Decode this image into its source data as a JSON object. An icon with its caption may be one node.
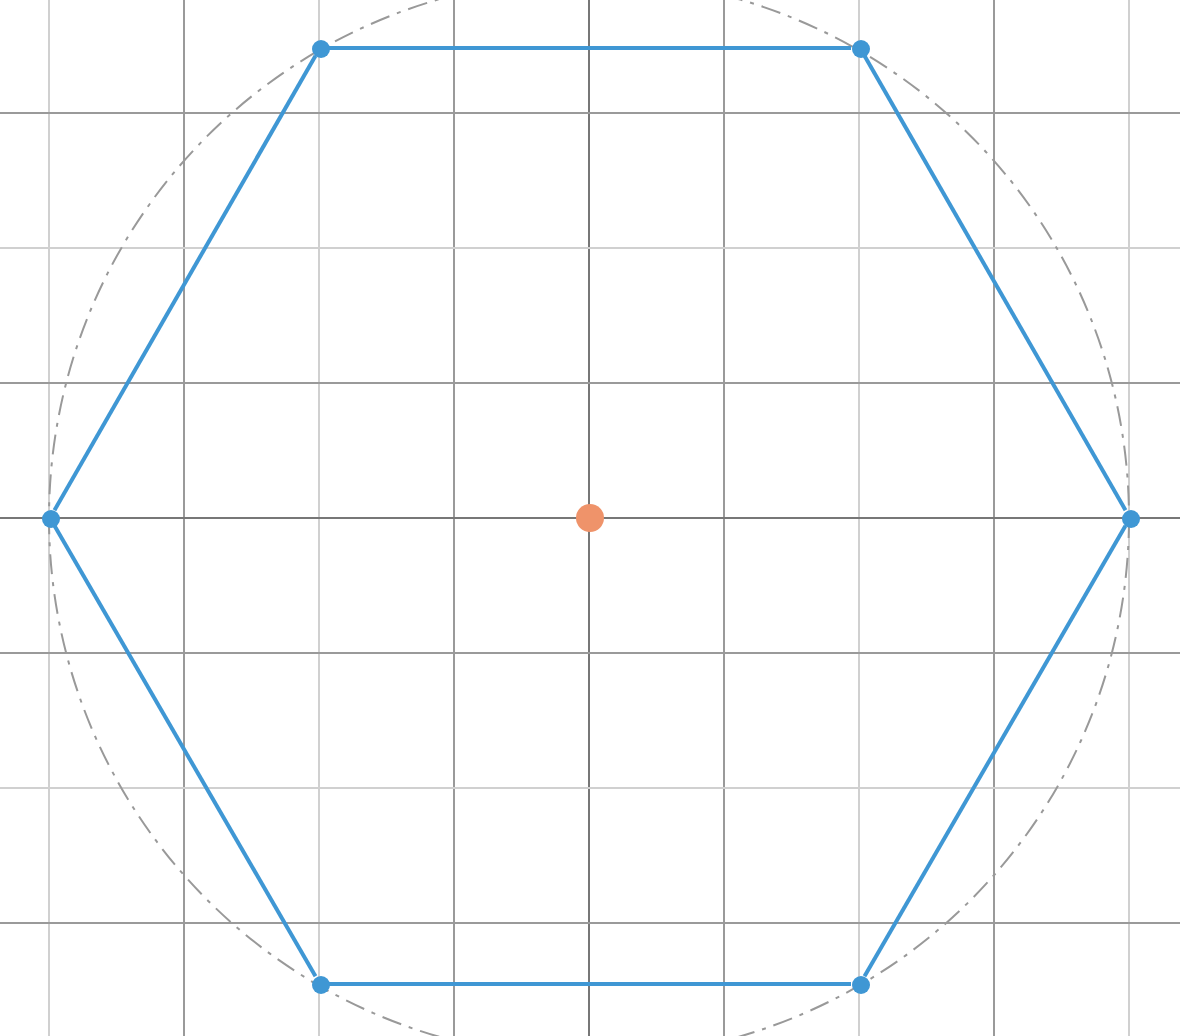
{
  "diagram": {
    "nodes": [
      {
        "text": [],
        "shape": "circle"
      },
      {
        "text": [],
        "shape": "circle"
      },
      {
        "text": [],
        "shape": "circle"
      },
      {
        "text": [],
        "shape": "circle"
      },
      {
        "text": [],
        "shape": "circle"
      },
      {
        "text": [],
        "shape": "circle"
      },
      {
        "text": [],
        "shape": "circle"
      }
    ],
    "edges": [
      {
        "from": 0,
        "to": 1,
        "arrow": "none"
      },
      {
        "from": 1,
        "to": 4,
        "arrow": "none"
      },
      {
        "from": 4,
        "to": 6,
        "arrow": "none"
      },
      {
        "from": 6,
        "to": 5,
        "arrow": "none"
      },
      {
        "from": 5,
        "to": 2,
        "arrow": "none"
      },
      {
        "from": 2,
        "to": 0,
        "arrow": "none"
      }
    ]
  }
}
